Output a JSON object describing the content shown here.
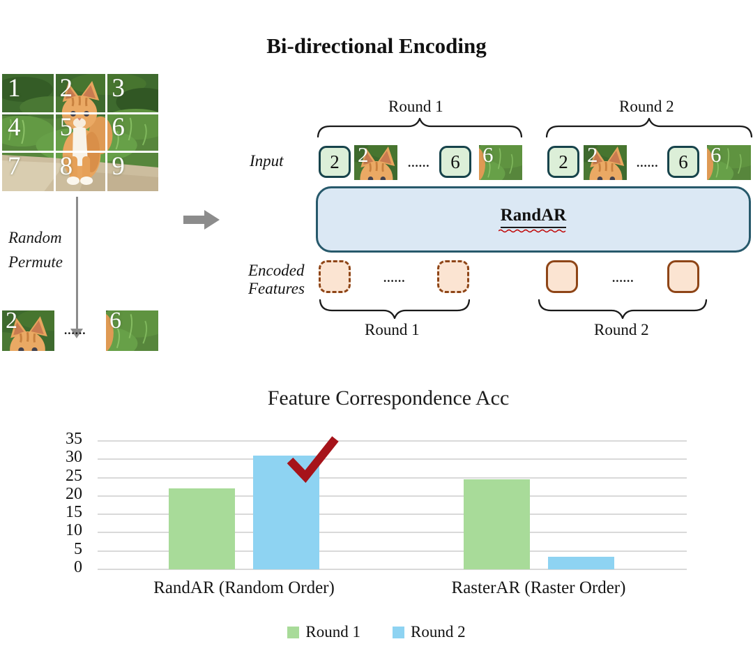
{
  "figure": {
    "title": "Bi-directional Encoding",
    "grid_numbers": [
      "1",
      "2",
      "3",
      "4",
      "5",
      "6",
      "7",
      "8",
      "9"
    ],
    "permute": {
      "line1": "Random",
      "line2": "Permute"
    },
    "dots": "......",
    "tokens": {
      "first": "2",
      "second": "6"
    },
    "rounds": {
      "round1": "Round 1",
      "round2": "Round 2"
    },
    "input_label": "Input",
    "model_label": "RandAR",
    "encoded_label": {
      "line1": "Encoded",
      "line2": "Features"
    }
  },
  "chart_data": {
    "type": "bar",
    "title": "Feature Correspondence Acc",
    "categories": [
      "RandAR (Random Order)",
      "RasterAR (Raster Order)"
    ],
    "series": [
      {
        "name": "Round 1",
        "color": "#a8db99",
        "values": [
          22,
          24.5
        ]
      },
      {
        "name": "Round 2",
        "color": "#8ed3f2",
        "values": [
          31,
          3.5
        ]
      }
    ],
    "ylim": [
      0,
      35
    ],
    "yticks": [
      0,
      5,
      10,
      15,
      20,
      25,
      30,
      35
    ],
    "grid": true,
    "legend_position": "bottom",
    "annotation": "red checkmark on RandAR (Random Order) Round 2 bar"
  },
  "colors": {
    "token_fill": "#dcefd8",
    "token_border": "#17434b",
    "model_fill": "#dbe8f4",
    "model_border": "#27596b",
    "feature_fill": "#fbe4d2",
    "feature_border": "#8e4517",
    "bar_green": "#a8db99",
    "bar_blue": "#8ed3f2",
    "check_red": "#a6131a",
    "arrow_gray": "#8c8c8c",
    "gridline": "#d9d9d9"
  }
}
